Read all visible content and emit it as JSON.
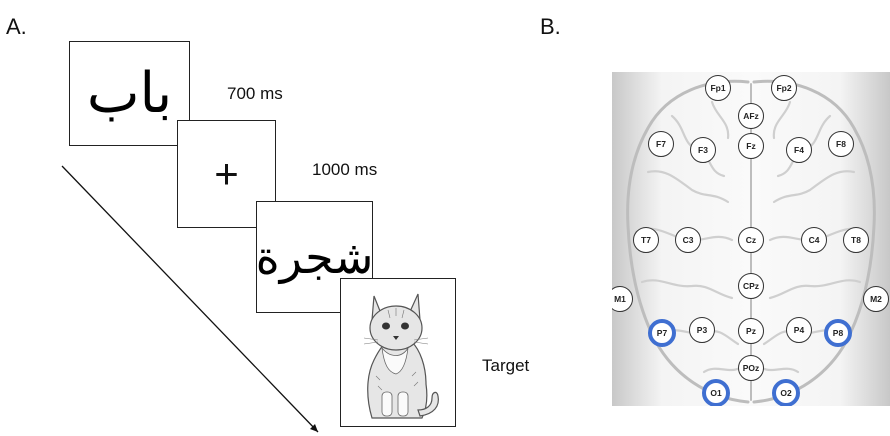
{
  "panels": {
    "a_label": "A.",
    "b_label": "B."
  },
  "sequence": {
    "word1": "باب",
    "fixation": "+",
    "word2": "شجرة",
    "timing1": "700 ms",
    "timing2": "1000 ms",
    "target_label": "Target",
    "target_image": "cat-drawing"
  },
  "electrodes": [
    {
      "name": "Fp1",
      "highlighted": false
    },
    {
      "name": "Fp2",
      "highlighted": false
    },
    {
      "name": "AFz",
      "highlighted": false
    },
    {
      "name": "F7",
      "highlighted": false
    },
    {
      "name": "F3",
      "highlighted": false
    },
    {
      "name": "Fz",
      "highlighted": false
    },
    {
      "name": "F4",
      "highlighted": false
    },
    {
      "name": "F8",
      "highlighted": false
    },
    {
      "name": "T7",
      "highlighted": false
    },
    {
      "name": "C3",
      "highlighted": false
    },
    {
      "name": "Cz",
      "highlighted": false
    },
    {
      "name": "C4",
      "highlighted": false
    },
    {
      "name": "T8",
      "highlighted": false
    },
    {
      "name": "CPz",
      "highlighted": false
    },
    {
      "name": "M1",
      "highlighted": false
    },
    {
      "name": "M2",
      "highlighted": false
    },
    {
      "name": "P7",
      "highlighted": true
    },
    {
      "name": "P3",
      "highlighted": false
    },
    {
      "name": "Pz",
      "highlighted": false
    },
    {
      "name": "P4",
      "highlighted": false
    },
    {
      "name": "P8",
      "highlighted": true
    },
    {
      "name": "POz",
      "highlighted": false
    },
    {
      "name": "O1",
      "highlighted": true
    },
    {
      "name": "O2",
      "highlighted": true
    }
  ],
  "colors": {
    "highlight": "#3f6fd1",
    "brain_outline": "#b8b8b8"
  }
}
